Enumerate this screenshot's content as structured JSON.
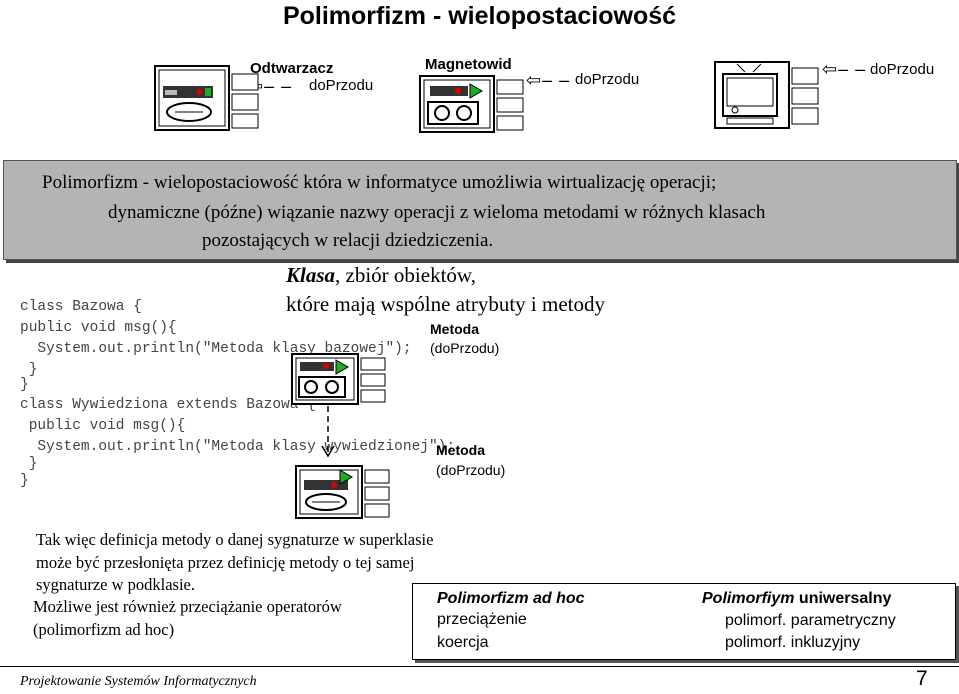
{
  "title": "Polimorfizm - wielopostaciowość",
  "devices": {
    "player_label": "Odtwarzacz",
    "recorder_label": "Magnetowid",
    "method_name": "doPrzodu"
  },
  "definition": {
    "line1": "Polimorfizm - wielopostaciowość która w informatyce umożliwia wirtualizację operacji;",
    "line2": "dynamiczne (późne) wiązanie nazwy operacji z wieloma metodami w różnych klasach",
    "line3": "pozostających w relacji dziedziczenia."
  },
  "klasa": {
    "term": "Klasa",
    "line1_rest": ", zbiór obiektów,",
    "line2": "które mają wspólne atrybuty i metody"
  },
  "code": {
    "lines": [
      "class Bazowa {",
      "public void msg(){",
      "  System.out.println(\"Metoda klasy bazowej\");",
      " }",
      "}",
      "class Wywiedziona extends Bazowa {",
      " public void msg(){",
      "  System.out.println(\"Metoda klasy wywiedzionej\");",
      " }",
      "}"
    ]
  },
  "callouts": {
    "metoda_label": "Metoda",
    "metoda_method": "(doPrzodu)"
  },
  "explanation": {
    "lines": [
      "Tak więc definicja metody o danej sygnaturze w superklasie",
      "może być przesłonięta przez definicję metody o tej samej",
      "sygnaturze w podklasie.",
      "Możliwe jest również przeciążanie operatorów",
      "(polimorfizm ad hoc)"
    ]
  },
  "table": {
    "col1_header": "Polimorfizm ad hoc",
    "col1_items": [
      "przeciążenie",
      "koercja"
    ],
    "col2_header_italic": "Polimorfiym",
    "col2_header_rest": " uniwersalny",
    "col2_items": [
      "polimorf. parametryczny",
      "polimorf. inkluzyjny"
    ]
  },
  "footer": {
    "text": "Projektowanie Systemów Informatycznych",
    "page": "7"
  }
}
